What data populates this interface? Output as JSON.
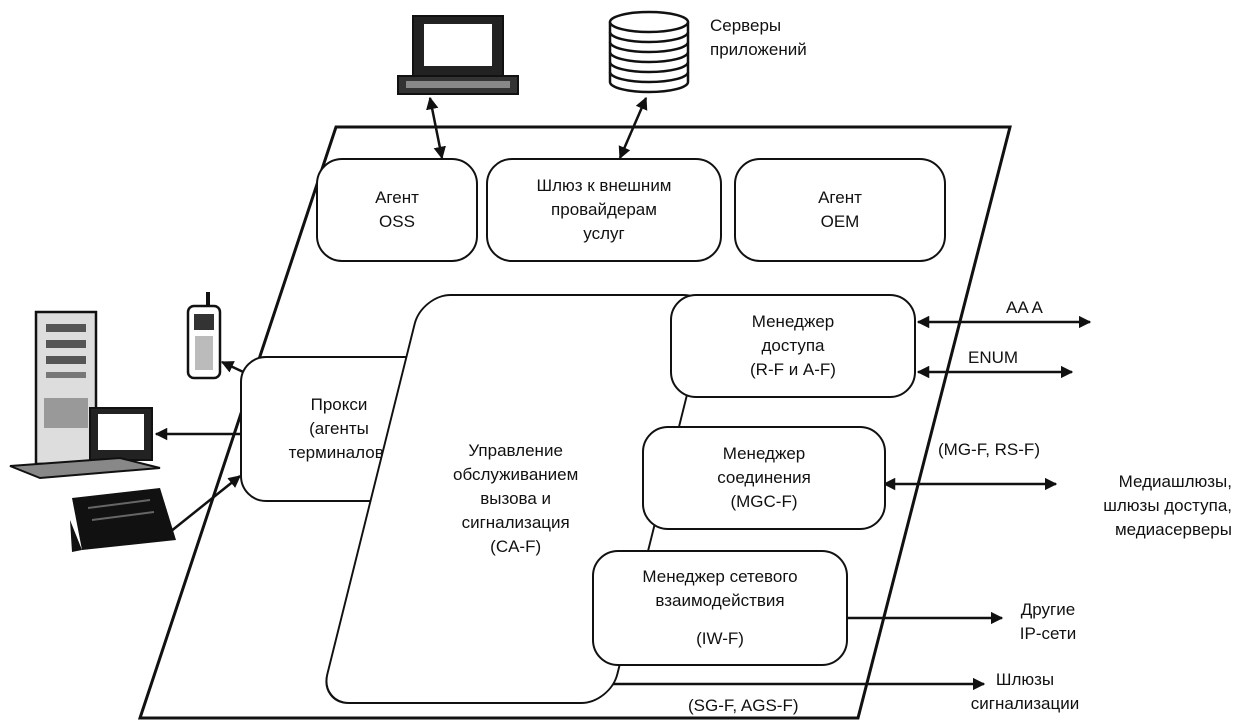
{
  "boxes": {
    "agent_oss": "Агент\nOSS",
    "gateway_external": "Шлюз к внешним\nпровайдерам\nуслуг",
    "agent_oem": "Агент\nOEM",
    "proxy": "Прокси\n(агенты\nтерминалов)",
    "call_control": "Управление\nобслуживанием\nвызова  и\nсигнализация\n(CA-F)",
    "access_manager": "Менеджер\nдоступа\n(R-F и  A-F)",
    "connection_manager": "Менеджер\nсоединения\n(MGC-F)",
    "interworking_manager": "Менеджер сетевого\nвзаимодействия",
    "interworking_code": "(IW-F)"
  },
  "external": {
    "app_servers": "Серверы\nприложений",
    "aaa": "AA A",
    "enum": "ENUM",
    "mg_rs": "(MG-F, RS-F)",
    "media_gateways": "Медиашлюзы,\nшлюзы доступа,\nмедиасерверы",
    "other_ip": "Другие\nIP-сети",
    "signaling_gateways": "Шлюзы\nсигнализации",
    "sg_ags": "(SG-F, AGS-F)"
  }
}
